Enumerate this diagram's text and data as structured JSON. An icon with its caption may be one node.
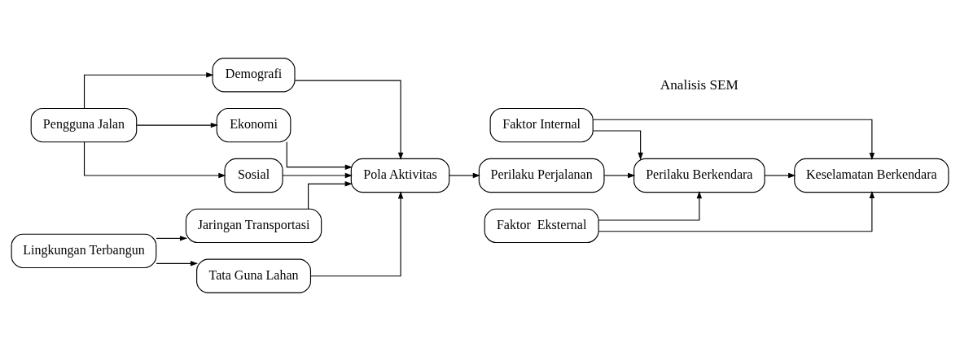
{
  "diagram": {
    "nodes": [
      {
        "text": [
          "Pengguna Jalan"
        ]
      },
      {
        "text": [
          "Sosial"
        ]
      },
      {
        "text": [
          "Demografi"
        ]
      },
      {
        "text": [
          "Ekonomi"
        ]
      },
      {
        "text": [
          "Lingkungan Terbangun"
        ]
      },
      {
        "text": [
          "Tata Guna Lahan"
        ]
      },
      {
        "text": [
          "Jaringan Transportasi"
        ]
      },
      {
        "text": [
          "Pola Aktivitas"
        ]
      },
      {
        "text": [
          "Perilaku Perjalanan"
        ]
      },
      {
        "text": [
          "Faktor Internal"
        ]
      },
      {
        "text": [
          "Perilaku Berkendara"
        ]
      },
      {
        "text": [
          "Faktor  Eksternal"
        ]
      },
      {
        "text": [
          "Keselamatan Berkendara"
        ]
      }
    ],
    "edges": [
      {
        "from": 0,
        "to": 1,
        "arrow": "to"
      },
      {
        "from": 0,
        "to": 2,
        "arrow": "to"
      },
      {
        "from": 0,
        "to": 3,
        "arrow": "to"
      },
      {
        "from": 4,
        "to": 5,
        "arrow": "to"
      },
      {
        "from": 4,
        "to": 6,
        "arrow": "to"
      },
      {
        "from": 1,
        "to": 7,
        "arrow": "to"
      },
      {
        "from": 2,
        "to": 7,
        "arrow": "to"
      },
      {
        "from": 3,
        "to": 7,
        "arrow": "to"
      },
      {
        "from": 5,
        "to": 7,
        "arrow": "to"
      },
      {
        "from": 6,
        "to": 7,
        "arrow": "to"
      },
      {
        "from": 7,
        "to": 8,
        "arrow": "to"
      },
      {
        "from": 8,
        "to": 10,
        "arrow": "to"
      },
      {
        "from": 9,
        "to": 10,
        "arrow": "to"
      },
      {
        "from": 11,
        "to": 10,
        "arrow": "to"
      },
      {
        "from": 9,
        "to": 12,
        "arrow": "to"
      },
      {
        "from": 10,
        "to": 12,
        "arrow": "to"
      },
      {
        "from": 11,
        "to": 12,
        "arrow": "to"
      }
    ],
    "labels": [
      "Analisis SEM"
    ]
  }
}
